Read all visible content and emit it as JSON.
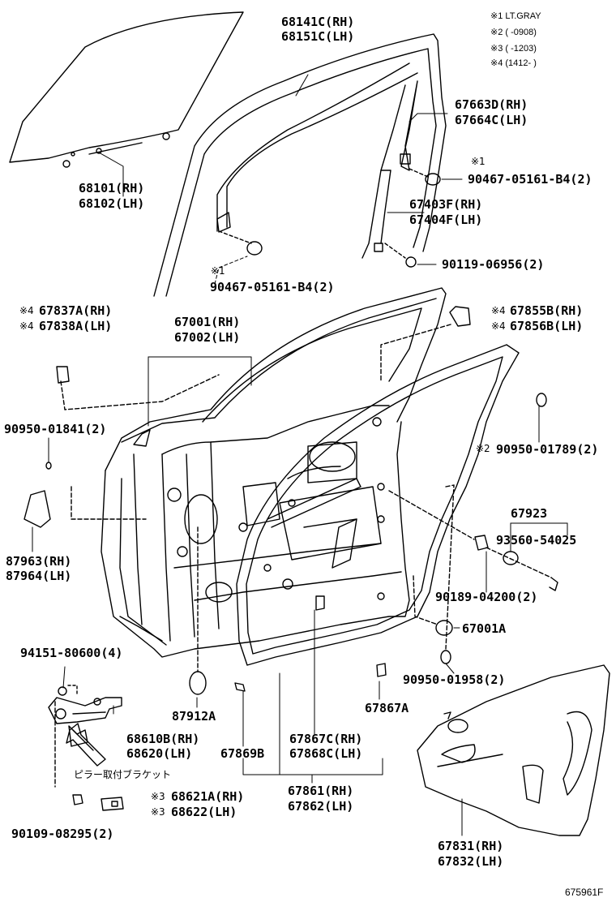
{
  "legend": {
    "note1": "※1 LT.GRAY",
    "note2": "※2 (      -0908)",
    "note3": "※3 (      -1203)",
    "note4": "※4 (1412-      )"
  },
  "parts": {
    "glass_run": {
      "rh": "68141C(RH)",
      "lh": "68151C(LH)"
    },
    "window_glass": {
      "rh": "68101(RH)",
      "lh": "68102(LH)"
    },
    "division_bar_ch": {
      "rh": "67663D(RH)",
      "lh": "67664C(LH)"
    },
    "clip_upper": {
      "mark": "※1",
      "num": "90467-05161-B4(2)"
    },
    "division_bar": {
      "rh": "67403F(RH)",
      "lh": "67404F(LH)"
    },
    "bolt_div": {
      "num": "90119-06956(2)"
    },
    "clip_lower": {
      "mark": "※1",
      "num": "90467-05161-B4(2)"
    },
    "cover_left": {
      "mark": "※4",
      "rh": "67837A(RH)",
      "lh": "67838A(LH)"
    },
    "door_panel": {
      "rh": "67001(RH)",
      "lh": "67002(LH)"
    },
    "cover_right": {
      "mark": "※4",
      "rh": "67855B(RH)",
      "lh": "67856B(LH)"
    },
    "plug_left": {
      "num": "90950-01841(2)"
    },
    "plug_right": {
      "mark": "※2",
      "num": "90950-01789(2)"
    },
    "group_67923": {
      "num": "67923"
    },
    "cushion": {
      "num": "93560-54025"
    },
    "pad_side": {
      "rh": "87963(RH)",
      "lh": "87964(LH)"
    },
    "screw_mid": {
      "num": "90189-04200(2)"
    },
    "plug_bottom_right": {
      "num": "67001A"
    },
    "bolt_hinge": {
      "num": "94151-80600(4)"
    },
    "plug_small": {
      "num": "90950-01958(2)"
    },
    "pad_bottom": {
      "num": "87912A"
    },
    "clip_bottom": {
      "num": "67867A"
    },
    "hinge": {
      "rh": "68610B(RH)",
      "lh": "68620(LH)"
    },
    "clip_69b": {
      "num": "67869B"
    },
    "weatherstrip_clip": {
      "rh": "67867C(RH)",
      "lh": "67868C(LH)"
    },
    "pillar_bracket": {
      "text": "ピラー取付ブラケット"
    },
    "weatherstrip": {
      "rh": "67861(RH)",
      "lh": "67862(LH)"
    },
    "hinge_cover": {
      "mark1": "※3",
      "mark2": "※3",
      "rh": "68621A(RH)",
      "lh": "68622(LH)"
    },
    "bolt_bottom": {
      "num": "90109-08295(2)"
    },
    "trim_board": {
      "rh": "67831(RH)",
      "lh": "67832(LH)"
    }
  },
  "figure_id": "675961F"
}
